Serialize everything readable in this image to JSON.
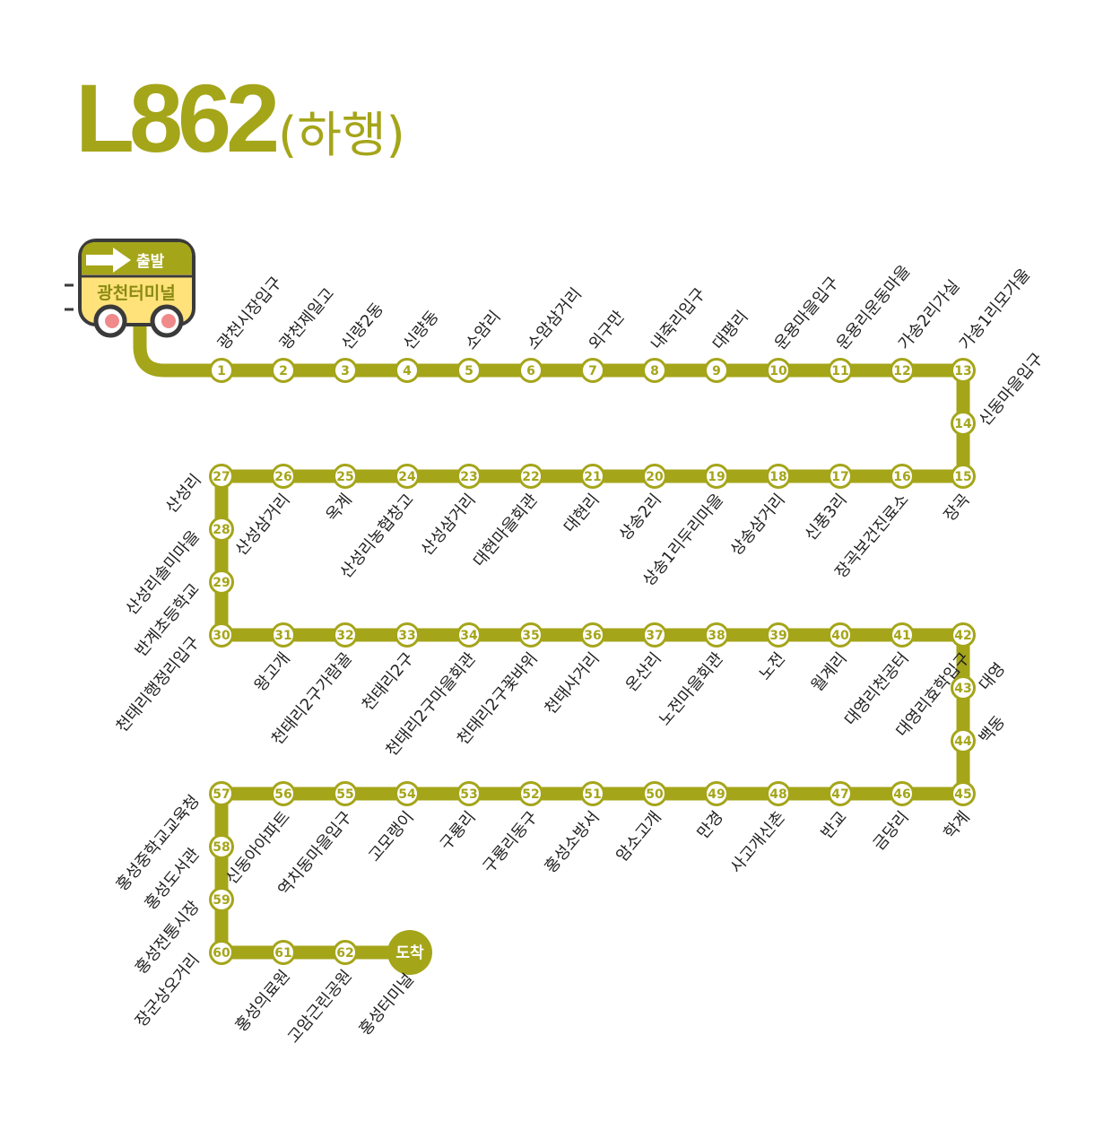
{
  "header": {
    "route_number": "L862",
    "direction": "(하행)"
  },
  "terminals": {
    "start_badge": "출발",
    "start_name": "광천터미널",
    "end_badge": "도착",
    "end_name": "홍성터미널"
  },
  "colors": {
    "line": "#a5a51a",
    "bus_body": "#ffe27a",
    "bus_frame": "#3a3a3a",
    "wheel": "#f08a8a"
  },
  "stops": [
    {
      "num": "1",
      "name": "광천시장입구"
    },
    {
      "num": "2",
      "name": "광천제일고"
    },
    {
      "num": "3",
      "name": "신량2동"
    },
    {
      "num": "4",
      "name": "신량동"
    },
    {
      "num": "5",
      "name": "소암리"
    },
    {
      "num": "6",
      "name": "소암삼거리"
    },
    {
      "num": "7",
      "name": "외구만"
    },
    {
      "num": "8",
      "name": "내죽리입구"
    },
    {
      "num": "9",
      "name": "대평리"
    },
    {
      "num": "10",
      "name": "운용마을입구"
    },
    {
      "num": "11",
      "name": "운용리운동마을"
    },
    {
      "num": "12",
      "name": "가송2리가실"
    },
    {
      "num": "13",
      "name": "가송1리모가울"
    },
    {
      "num": "14",
      "name": "신동마을입구"
    },
    {
      "num": "15",
      "name": "장곡"
    },
    {
      "num": "16",
      "name": "장곡보건진료소"
    },
    {
      "num": "17",
      "name": "신풍3리"
    },
    {
      "num": "18",
      "name": "상송삼거리"
    },
    {
      "num": "19",
      "name": "상송1리두리마을"
    },
    {
      "num": "20",
      "name": "상송2리"
    },
    {
      "num": "21",
      "name": "대현리"
    },
    {
      "num": "22",
      "name": "대현마을회관"
    },
    {
      "num": "23",
      "name": "산성삼거리"
    },
    {
      "num": "24",
      "name": "산성리농협창고"
    },
    {
      "num": "25",
      "name": "옥계"
    },
    {
      "num": "26",
      "name": "산성삼거리"
    },
    {
      "num": "27",
      "name": "산성리"
    },
    {
      "num": "28",
      "name": "산성리솔미마을"
    },
    {
      "num": "29",
      "name": "반계초등학교"
    },
    {
      "num": "30",
      "name": "천태리행정리입구"
    },
    {
      "num": "31",
      "name": "왕고개"
    },
    {
      "num": "32",
      "name": "천태리2구가람골"
    },
    {
      "num": "33",
      "name": "천태리2구"
    },
    {
      "num": "34",
      "name": "천태리2구마을회관"
    },
    {
      "num": "35",
      "name": "천태리2구꽃바위"
    },
    {
      "num": "36",
      "name": "천태사거리"
    },
    {
      "num": "37",
      "name": "온산리"
    },
    {
      "num": "38",
      "name": "노전마을회관"
    },
    {
      "num": "39",
      "name": "노전"
    },
    {
      "num": "40",
      "name": "월계리"
    },
    {
      "num": "41",
      "name": "대영리천공터"
    },
    {
      "num": "42",
      "name": "대영리효학입구"
    },
    {
      "num": "43",
      "name": "대영"
    },
    {
      "num": "44",
      "name": "백동"
    },
    {
      "num": "45",
      "name": "학계"
    },
    {
      "num": "46",
      "name": "금당리"
    },
    {
      "num": "47",
      "name": "반교"
    },
    {
      "num": "48",
      "name": "사고개신촌"
    },
    {
      "num": "49",
      "name": "만경"
    },
    {
      "num": "50",
      "name": "암소고개"
    },
    {
      "num": "51",
      "name": "홍성소방서"
    },
    {
      "num": "52",
      "name": "구룡리동구"
    },
    {
      "num": "53",
      "name": "구룡리"
    },
    {
      "num": "54",
      "name": "고모랭이"
    },
    {
      "num": "55",
      "name": "역치동마을입구"
    },
    {
      "num": "56",
      "name": "신동아아파트"
    },
    {
      "num": "57",
      "name": "홍성중학교교육청"
    },
    {
      "num": "58",
      "name": "홍성도서관"
    },
    {
      "num": "59",
      "name": "홍성전통시장"
    },
    {
      "num": "60",
      "name": "장군상오거리"
    },
    {
      "num": "61",
      "name": "홍성의료원"
    },
    {
      "num": "62",
      "name": "고암근린공원"
    }
  ]
}
